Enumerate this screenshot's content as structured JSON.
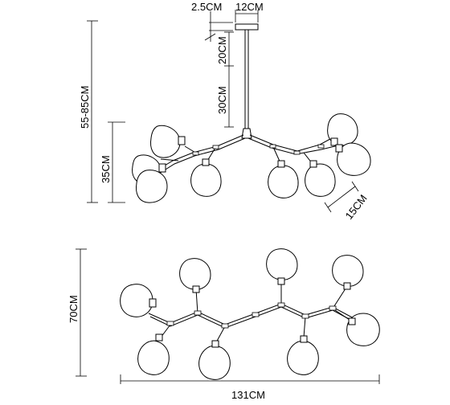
{
  "dimensions": {
    "canopy_height": "2.5CM",
    "canopy_width": "12CM",
    "rod_upper": "20CM",
    "rod_lower": "30CM",
    "total_height": "55-85CM",
    "body_height": "35CM",
    "shade_size": "15CM",
    "depth": "70CM",
    "width": "131CM"
  }
}
